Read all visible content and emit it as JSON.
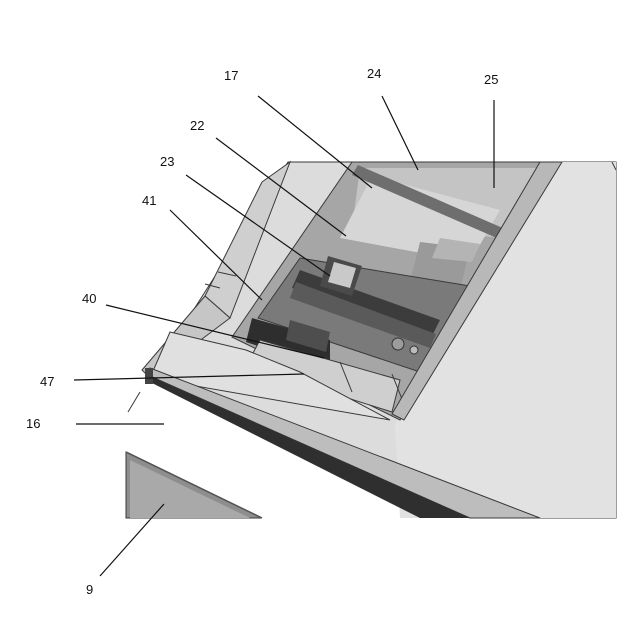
{
  "reference_numerals": {
    "n17": "17",
    "n24": "24",
    "n25": "25",
    "n22": "22",
    "n23": "23",
    "n41": "41",
    "n40": "40",
    "n47": "47",
    "n16": "16",
    "n9": "9"
  },
  "colors": {
    "background": "#ffffff",
    "panel": "#d9d9d9",
    "panel_light": "#e6e6e6",
    "recess": "#8c8c8c",
    "dark_part": "#3c3c3c",
    "line": "#111111"
  }
}
